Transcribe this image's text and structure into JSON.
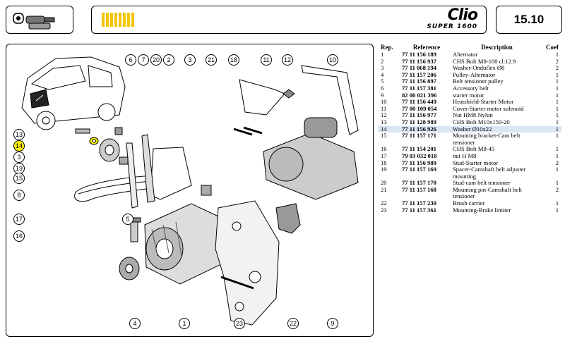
{
  "header": {
    "page_number": "15.10",
    "logo_text": "Clio",
    "logo_subtitle": "SUPER 1600",
    "starter_icon": "starter-motor-icon",
    "accent_color": "#f6c400"
  },
  "diagram": {
    "callouts": [
      "6",
      "7",
      "20",
      "2",
      "3",
      "21",
      "18",
      "11",
      "12",
      "10",
      "13",
      "14",
      "3",
      "19",
      "15",
      "8",
      "17",
      "16",
      "5",
      "4",
      "1",
      "9",
      "22",
      "23"
    ],
    "highlighted_callout": "14",
    "highlight_color": "#fff200"
  },
  "table": {
    "headers": {
      "rep": "Rep.",
      "reference": "Reference",
      "description": "Description",
      "coef": "Coef"
    },
    "rows": [
      {
        "rep": "1",
        "reference": "77 11 156 189",
        "description": "Alternator",
        "coef": "1"
      },
      {
        "rep": "2",
        "reference": "77 11 156 937",
        "description": "CHS Bolt M8-100 cl:12.9",
        "coef": "2"
      },
      {
        "rep": "3",
        "reference": "77 11 068 194",
        "description": "Washer-Onduflex Ø8",
        "coef": "2"
      },
      {
        "rep": "4",
        "reference": "77 11 157 206",
        "description": "Pulley-Alternator",
        "coef": "1"
      },
      {
        "rep": "5",
        "reference": "77 11 156 897",
        "description": "Belt tensioner pulley",
        "coef": "1"
      },
      {
        "rep": "6",
        "reference": "77 11 157 381",
        "description": "Accessory belt",
        "coef": "1"
      },
      {
        "rep": "9",
        "reference": "82 00 021 396",
        "description": "starter motor",
        "coef": "1"
      },
      {
        "rep": "10",
        "reference": "77 11 156 449",
        "description": "Heatshield-Starter Motor",
        "coef": "1"
      },
      {
        "rep": "11",
        "reference": "77 00 109 054",
        "description": "Cover-Starter motor solenoid",
        "coef": "1"
      },
      {
        "rep": "12",
        "reference": "77 11 156 977",
        "description": "Nut HM8 Nylon",
        "coef": "1"
      },
      {
        "rep": "13",
        "reference": "77 11 128 989",
        "description": "CHS Bolt M10x150-20",
        "coef": "1"
      },
      {
        "rep": "14",
        "reference": "77 11 156 926",
        "description": "Washer Ø10x22",
        "coef": "1"
      },
      {
        "rep": "15",
        "reference": "77 11 157 171",
        "description": "Mounting bracket-Cam belt tensioner",
        "coef": "1"
      },
      {
        "rep": "16",
        "reference": "77 11 154 201",
        "description": "CHS Bolt M8-45",
        "coef": "1"
      },
      {
        "rep": "17",
        "reference": "79 03 032 018",
        "description": "nut H M8",
        "coef": "1"
      },
      {
        "rep": "18",
        "reference": "77 11 156 989",
        "description": "Stud-Starter motor",
        "coef": "2"
      },
      {
        "rep": "19",
        "reference": "77 11 157 169",
        "description": "Spacer-Camshaft belt adjuster mounting",
        "coef": "1"
      },
      {
        "rep": "20",
        "reference": "77 11 157 170",
        "description": "Stud-cam belt tensioner",
        "coef": "1"
      },
      {
        "rep": "21",
        "reference": "77 11 157 168",
        "description": "Mounting pin-Camshaft belt tensioner",
        "coef": "2"
      },
      {
        "rep": "22",
        "reference": "77 11 157 230",
        "description": "Brush carrier",
        "coef": "1"
      },
      {
        "rep": "23",
        "reference": "77 11 157 361",
        "description": "Mounting-Brake limiter",
        "coef": "1"
      }
    ],
    "highlighted_rep": "14"
  }
}
